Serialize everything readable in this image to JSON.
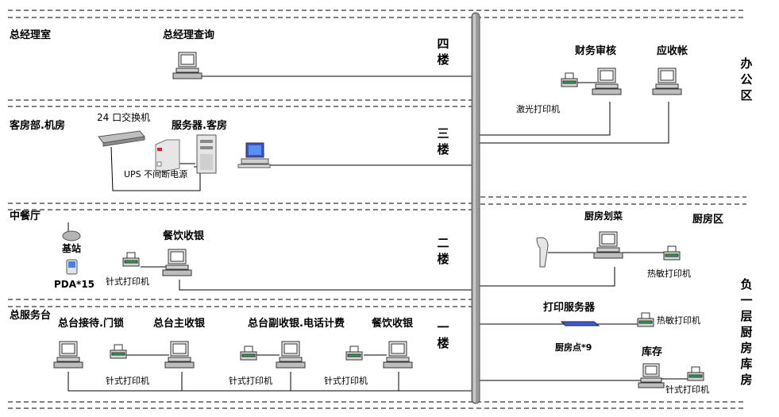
{
  "floors": {
    "f4": "四楼",
    "f3": "三楼",
    "f2": "二楼",
    "f1": "一楼"
  },
  "zones": {
    "office": "办公区",
    "kitchen": "厨房区",
    "basement": "负一层厨房库房"
  },
  "left": {
    "gm_room": "总经理室",
    "gm_query": "总经理查询",
    "room_dept": "客房部.机房",
    "switch_24": "24 口交换机",
    "server_room": "服务器.客房",
    "ups": "UPS 不间断电源",
    "restaurant": "中餐厅",
    "base_station": "基站",
    "pda": "PDA*15",
    "dining_cashier": "餐饮收银",
    "dot_printer": "针式打印机",
    "front_desk": "总服务台",
    "reception_lock": "总台接待.门锁",
    "main_cashier": "总台主收银",
    "sub_cashier_phone": "总台副收银.电话计费",
    "dining_cashier_1f": "餐饮收银"
  },
  "right": {
    "finance_audit": "财务审核",
    "receivables": "应收帐",
    "laser_printer": "激光打印机",
    "kitchen_order": "厨房划菜",
    "thermal_printer": "热敏打印机",
    "print_server": "打印服务器",
    "kitchen_points": "厨房点*9",
    "thermal_printer_2": "热敏打印机",
    "storage": "库存",
    "dot_printer_storage": "针式打印机"
  },
  "colors": {
    "backbone": "#9a9a9a",
    "line": "#000000",
    "print_server": "#3d5bd6"
  }
}
